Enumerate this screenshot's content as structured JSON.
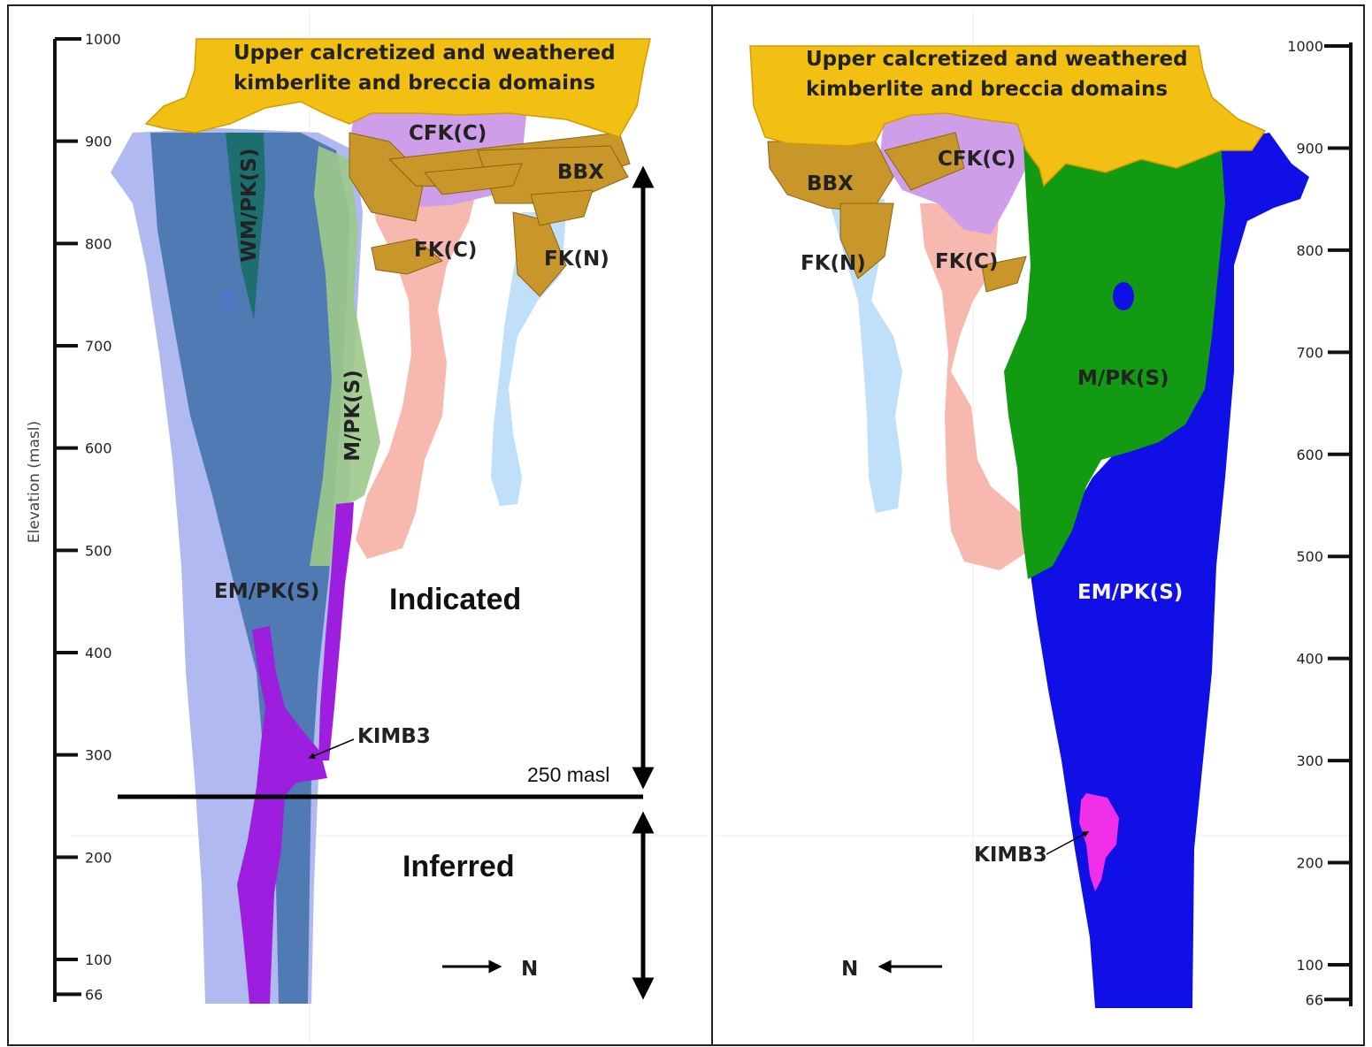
{
  "colors": {
    "upper": "#f2c012",
    "bbx": "#c9962a",
    "cfk_c": "#cf9ee8",
    "fk_c": "#f7b8b0",
    "fk_n": "#bfe0f8",
    "m_pk_s_left": "#9cc98a",
    "wm_pk_s": "#1a6e6c",
    "em_pk_s_left": "#3e6ea8",
    "envelope_left": "#a9b1f0",
    "kimb3_left": "#9e1ee0",
    "m_pk_s_right": "#139a13",
    "em_pk_s_right": "#1010e6",
    "kimb3_right": "#f030e8"
  },
  "left_panel": {
    "axis_title": "Elevation (masl)",
    "ticks": [
      {
        "value": 1000,
        "label": "1000"
      },
      {
        "value": 900,
        "label": "900"
      },
      {
        "value": 800,
        "label": "800"
      },
      {
        "value": 700,
        "label": "700"
      },
      {
        "value": 600,
        "label": "600"
      },
      {
        "value": 500,
        "label": "500"
      },
      {
        "value": 400,
        "label": "400"
      },
      {
        "value": 300,
        "label": "300"
      },
      {
        "value": 200,
        "label": "200"
      },
      {
        "value": 100,
        "label": "100"
      },
      {
        "value": 66,
        "label": "66"
      }
    ],
    "upper_label_line1": "Upper calcretized and weathered",
    "upper_label_line2": "kimberlite and breccia domains",
    "labels": {
      "cfk_c": "CFK(C)",
      "bbx": "BBX",
      "fk_c": "FK(C)",
      "fk_n": "FK(N)",
      "wm_pk_s": "WM/PK(S)",
      "m_pk_s": "M/PK(S)",
      "em_pk_s": "EM/PK(S)",
      "kimb3": "KIMB3"
    },
    "indicated": "Indicated",
    "inferred": "Inferred",
    "cutoff": {
      "value": 250,
      "label": "250 masl"
    },
    "north": "N"
  },
  "right_panel": {
    "ticks": [
      {
        "value": 1000,
        "label": "1000"
      },
      {
        "value": 900,
        "label": "900"
      },
      {
        "value": 800,
        "label": "800"
      },
      {
        "value": 700,
        "label": "700"
      },
      {
        "value": 600,
        "label": "600"
      },
      {
        "value": 500,
        "label": "500"
      },
      {
        "value": 400,
        "label": "400"
      },
      {
        "value": 300,
        "label": "300"
      },
      {
        "value": 200,
        "label": "200"
      },
      {
        "value": 100,
        "label": "100"
      },
      {
        "value": 66,
        "label": "66"
      }
    ],
    "upper_label_line1": "Upper calcretized and weathered",
    "upper_label_line2": "kimberlite and breccia domains",
    "labels": {
      "cfk_c": "CFK(C)",
      "bbx": "BBX",
      "fk_n": "FK(N)",
      "fk_c": "FK(C)",
      "m_pk_s": "M/PK(S)",
      "em_pk_s": "EM/PK(S)",
      "kimb3": "KIMB3"
    },
    "north": "N"
  }
}
